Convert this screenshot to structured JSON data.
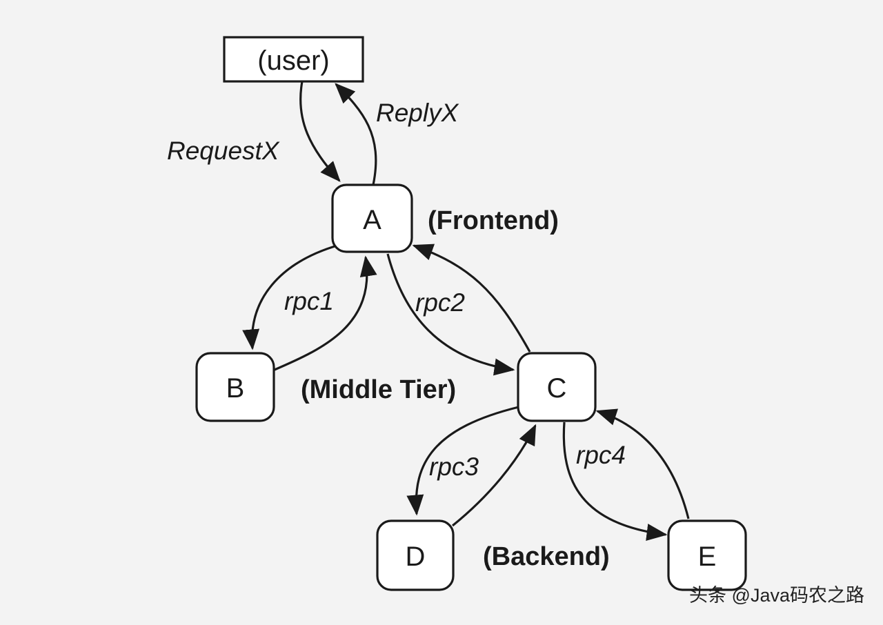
{
  "nodes": {
    "user": "(user)",
    "A": "A",
    "B": "B",
    "C": "C",
    "D": "D",
    "E": "E"
  },
  "tiers": {
    "frontend": "(Frontend)",
    "middle": "(Middle Tier)",
    "backend": "(Backend)"
  },
  "edges": {
    "request": "RequestX",
    "reply": "ReplyX",
    "rpc1": "rpc1",
    "rpc2": "rpc2",
    "rpc3": "rpc3",
    "rpc4": "rpc4"
  },
  "watermark": "头条 @Java码农之路"
}
